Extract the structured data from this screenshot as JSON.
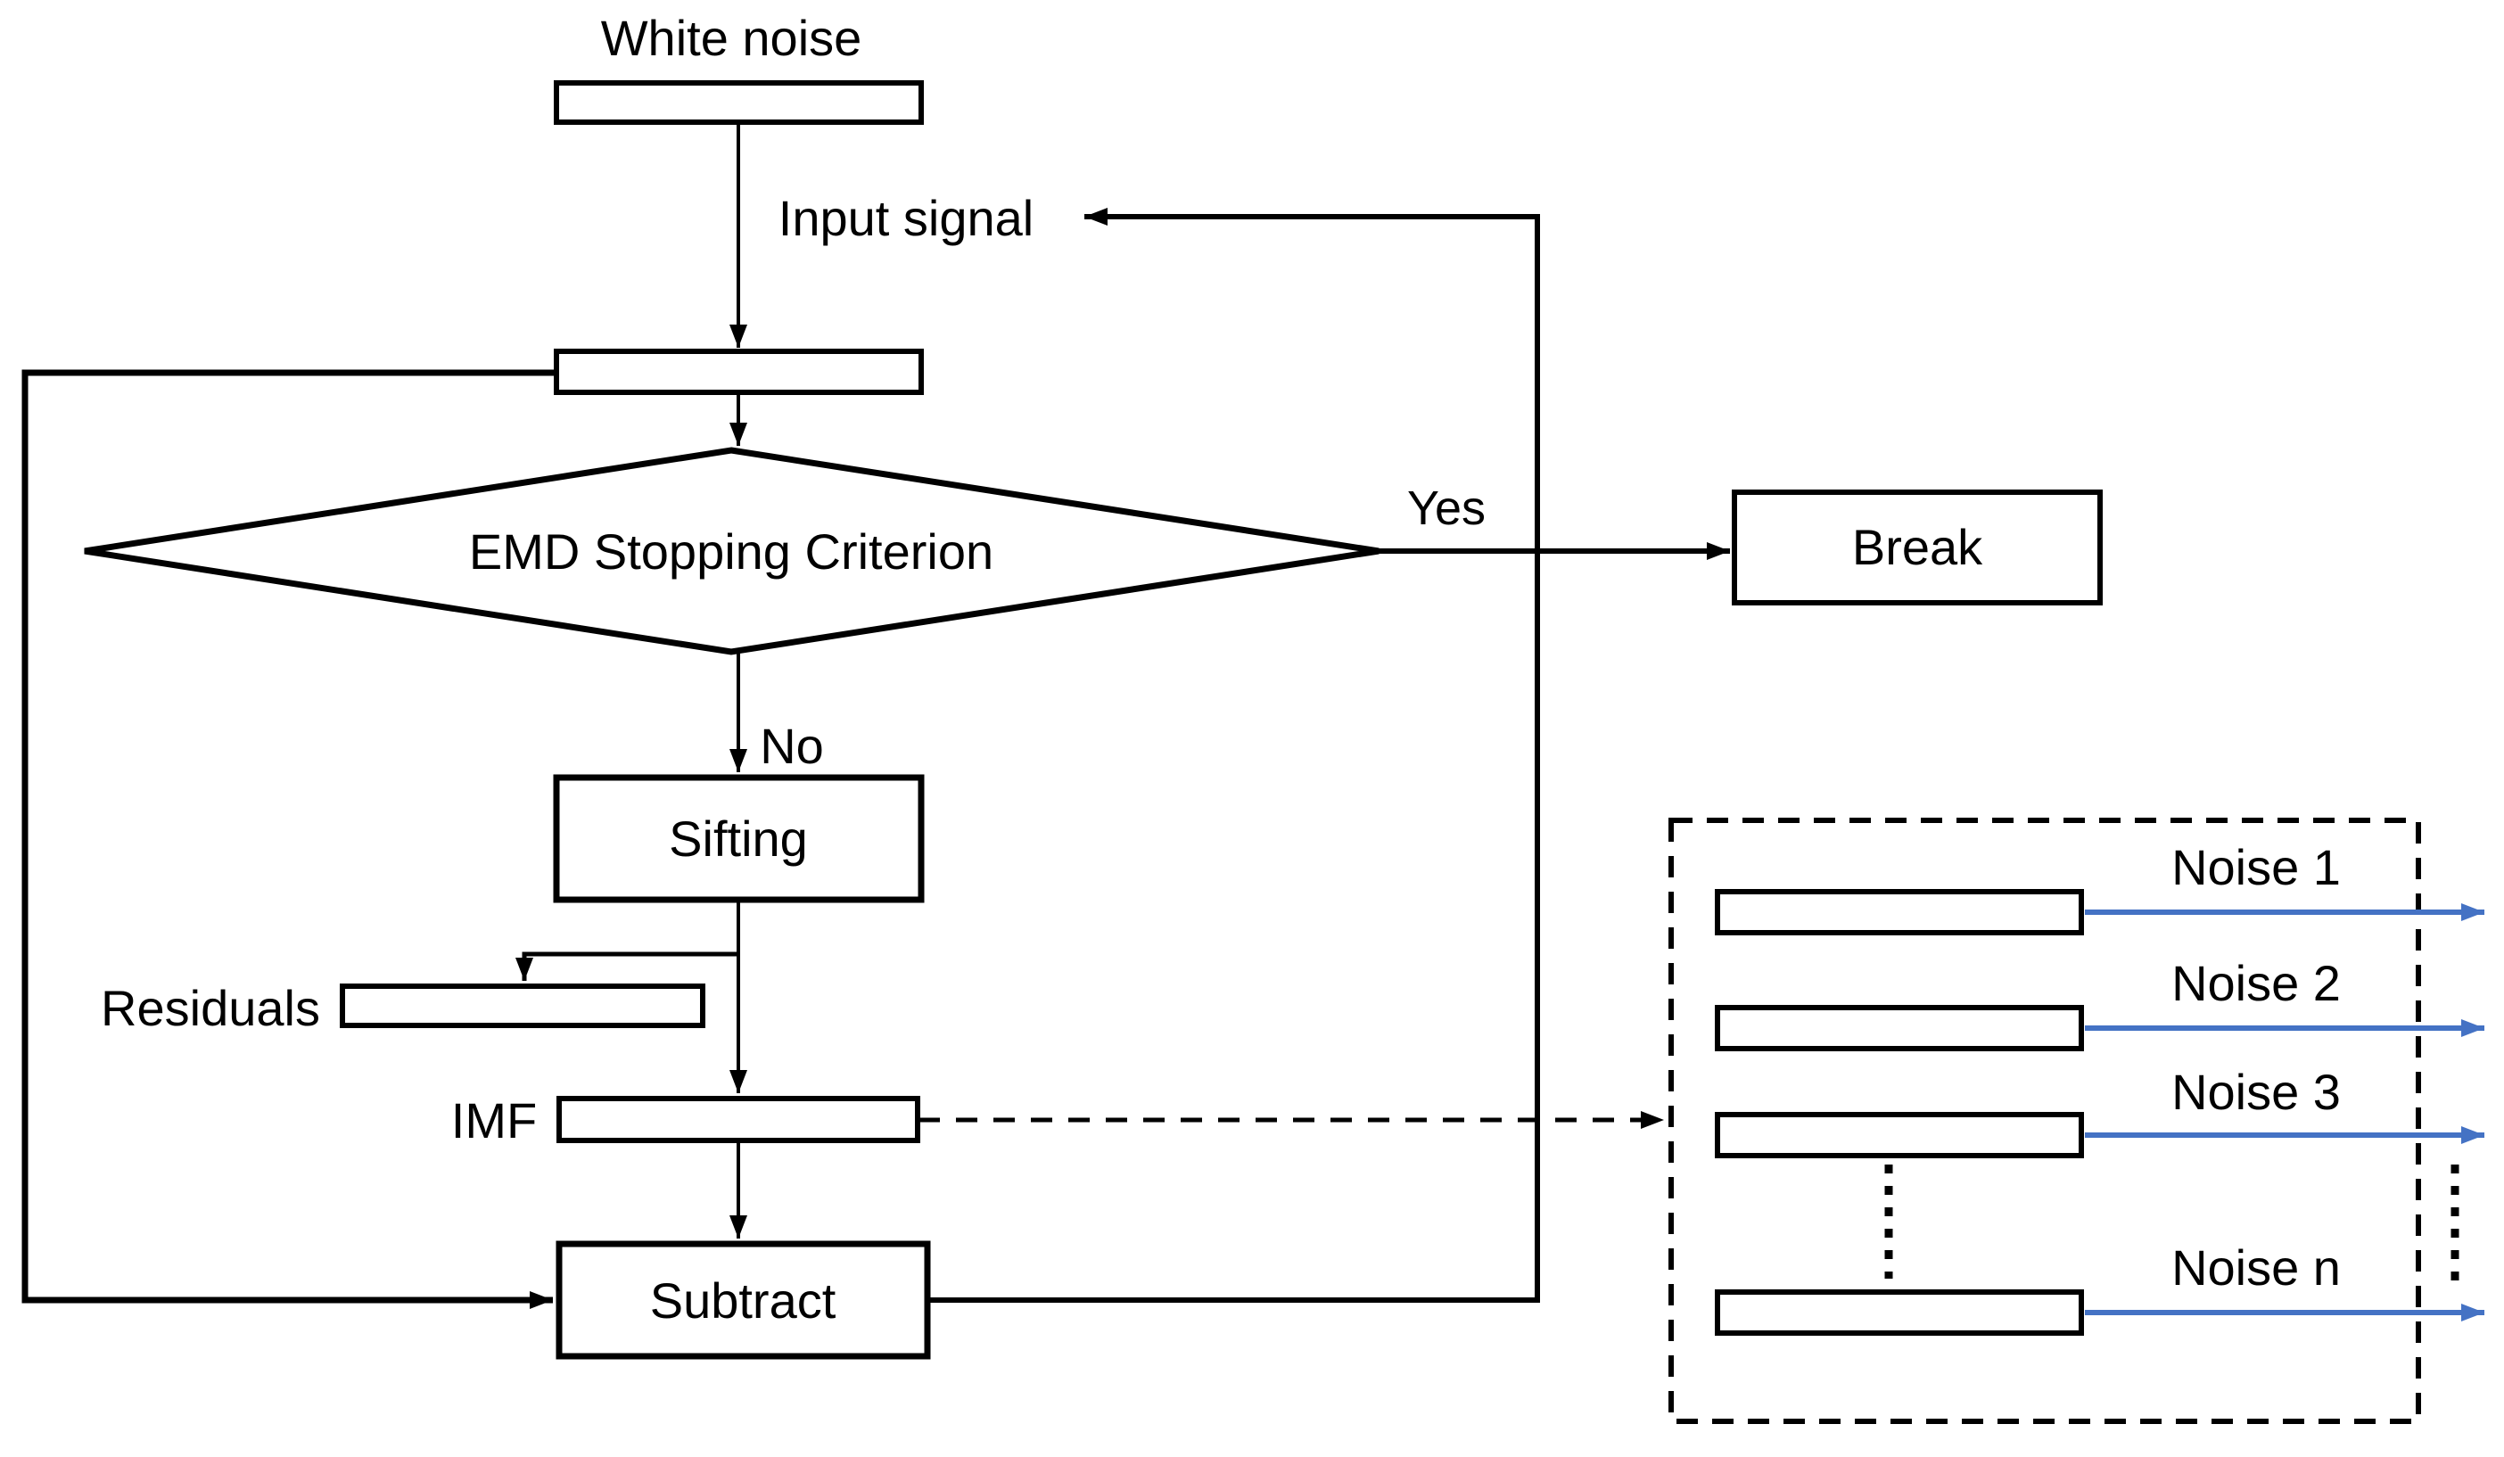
{
  "flowchart": {
    "labels": {
      "white_noise": "White noise",
      "input_signal": "Input signal",
      "decision": "EMD Stopping Criterion",
      "yes": "Yes",
      "no": "No",
      "break": "Break",
      "sifting": "Sifting",
      "residuals": "Residuals",
      "imf": "IMF",
      "subtract": "Subtract"
    },
    "noise_outputs": [
      {
        "label": "Noise 1"
      },
      {
        "label": "Noise 2"
      },
      {
        "label": "Noise 3"
      },
      {
        "label": "Noise n"
      }
    ],
    "colors": {
      "line": "#000000",
      "noise_arrow": "#4472C4",
      "background": "#ffffff"
    }
  }
}
